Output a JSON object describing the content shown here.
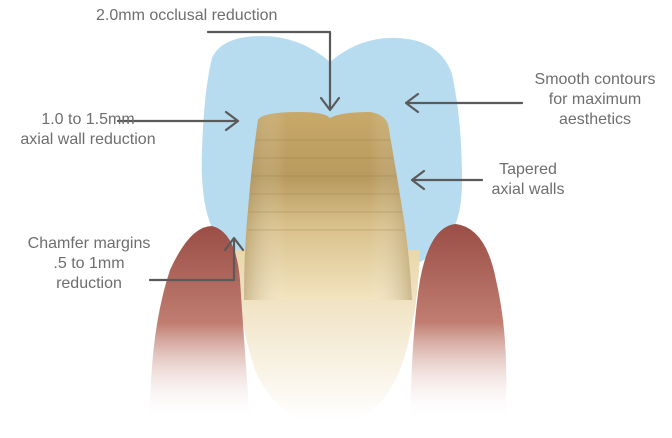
{
  "annotations": {
    "occlusal": {
      "lines": [
        "2.0mm occlusal reduction"
      ]
    },
    "contours": {
      "lines": [
        "Smooth contours",
        "for maximum",
        "aesthetics"
      ]
    },
    "axial_wall": {
      "lines": [
        "1.0 to 1.5mm",
        "axial wall reduction"
      ]
    },
    "tapered": {
      "lines": [
        "Tapered",
        "axial walls"
      ]
    },
    "chamfer": {
      "lines": [
        "Chamfer margins",
        ".5 to 1mm",
        "reduction"
      ]
    }
  },
  "colors": {
    "crown": "#b7dcef",
    "tooth_core": "#c9ad72",
    "tooth_root": "#f1e2bd",
    "gum": "#a8625a",
    "arrow": "#5a5a5a",
    "text": "#6e6e6e"
  }
}
